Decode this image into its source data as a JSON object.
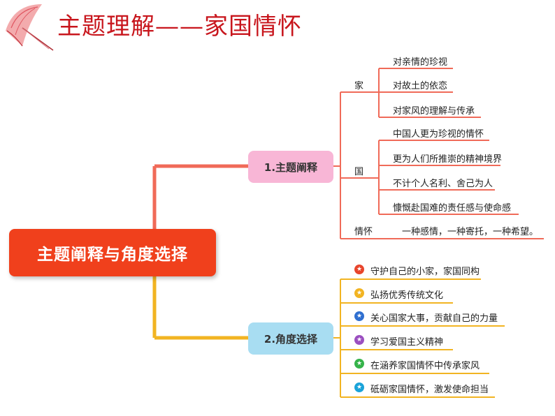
{
  "title": "主题理解——家国情怀",
  "root": {
    "label": "主题阐释与角度选择"
  },
  "branch1": {
    "label": "1.主题阐释",
    "groups": [
      {
        "label": "家",
        "items": [
          "对亲情的珍视",
          "对故土的依恋",
          "对家风的理解与传承"
        ]
      },
      {
        "label": "国",
        "items": [
          "中国人更为珍视的情怀",
          "更为人们所推崇的精神境界",
          "不计个人名利、舍己为人",
          "慷慨赴国难的责任感与使命感"
        ]
      },
      {
        "label": "情怀",
        "items": [
          "一种感情，一种寄托，一种希望。"
        ]
      }
    ]
  },
  "branch2": {
    "label": "2.角度选择",
    "items": [
      {
        "text": "守护自己的小家，家国同构",
        "icon": "star-icon",
        "color": "#e8452c"
      },
      {
        "text": "弘扬优秀传统文化",
        "icon": "star-icon",
        "color": "#f2b422"
      },
      {
        "text": "关心国家大事，贡献自己的力量",
        "icon": "star-icon",
        "color": "#2f6fd0"
      },
      {
        "text": "学习爱国主义精神",
        "icon": "star-icon",
        "color": "#9b4fc0"
      },
      {
        "text": "在涵养家国情怀中传承家风",
        "icon": "star-icon",
        "color": "#35b34a"
      },
      {
        "text": "砥砺家国情怀，激发使命担当",
        "icon": "star-icon",
        "color": "#1aa3d9"
      }
    ]
  },
  "colors": {
    "title": "#c8161d",
    "root": "#f0401c",
    "branch1_line": "#f06a58",
    "branch2_line": "#f2b422",
    "branch1_bg": "#f8b6d6",
    "branch2_bg": "#a8ddf2"
  }
}
